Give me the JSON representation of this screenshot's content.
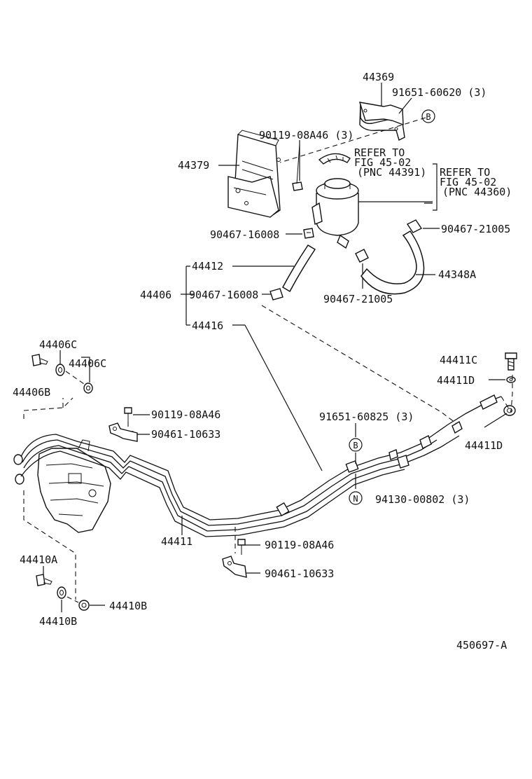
{
  "diagram_code": "450697-A",
  "labels": {
    "p44369": "44369",
    "p91651_60620": "91651-60620 (3)",
    "p90119_08a46_3": "90119-08A46 (3)",
    "p44379": "44379",
    "refer1_l1": "REFER TO",
    "refer1_l2": "FIG 45-02",
    "refer1_l3": "(PNC 44391)",
    "refer2_l1": "REFER TO",
    "refer2_l2": "FIG 45-02",
    "refer2_l3": "(PNC 44360)",
    "p90467_16008_a": "90467-16008",
    "p90467_21005_a": "90467-21005",
    "p44412": "44412",
    "p44406": "44406",
    "p90467_16008_b": "90467-16008",
    "p90467_21005_b": "90467-21005",
    "p44348a": "44348A",
    "p44416": "44416",
    "p44406c_a": "44406C",
    "p44406c_b": "44406C",
    "p44406b": "44406B",
    "p44411c": "44411C",
    "p44411d_a": "44411D",
    "p44411d_b": "44411D",
    "p90119_08a46_a": "90119-08A46",
    "p90461_10633_a": "90461-10633",
    "p91651_60825": "91651-60825 (3)",
    "p94130_00802": "94130-00802 (3)",
    "p44411": "44411",
    "p90119_08a46_b": "90119-08A46",
    "p90461_10633_b": "90461-10633",
    "p44410a": "44410A",
    "p44410b_a": "44410B",
    "p44410b_b": "44410B",
    "marker_b": "B",
    "marker_n": "N"
  }
}
